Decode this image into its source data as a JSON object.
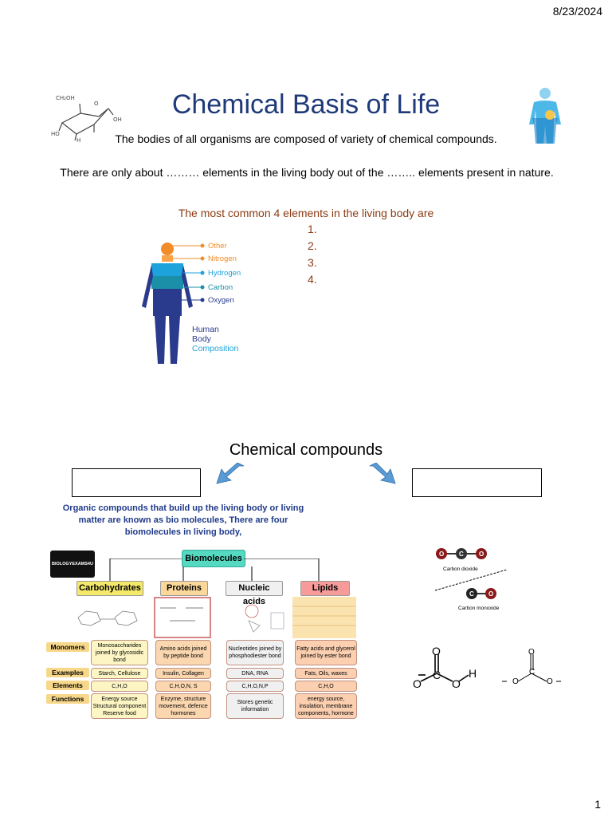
{
  "header": {
    "date": "8/23/2024"
  },
  "slide1": {
    "title": "Chemical Basis of Life",
    "line1": "The bodies of all organisms are composed of variety of chemical compounds.",
    "line2": "There are only about ……… elements in the living body out of the …….. elements present in nature.",
    "common_heading": "The most common 4 elements in the living body are",
    "list": [
      "1.",
      "2.",
      "3.",
      "4."
    ],
    "body_figure": {
      "legend": [
        "Other",
        "Nitrogen",
        "Hydrogen",
        "Carbon",
        "Oxygen"
      ],
      "caption": [
        "Human",
        "Body",
        "Composition"
      ],
      "colors": {
        "other": "#f28c28",
        "hydrogen": "#1ca3dc",
        "carbon": "#1c8fa8",
        "oxygen": "#2a3a8c"
      }
    }
  },
  "slide2": {
    "title": "Chemical compounds",
    "organic_text": "Organic compounds that build up the living body or living matter are known as bio molecules, There are four biomolecules in living body,",
    "biomolecules": {
      "root": "Biomolecules",
      "logo": "BIOLOGYEXAMS4U",
      "categories": [
        {
          "name": "Carbohydrates",
          "color": "#f5e96a"
        },
        {
          "name": "Proteins",
          "color": "#fbd79a"
        },
        {
          "name": "Nucleic acids",
          "color": "#f0f0f0"
        },
        {
          "name": "Lipids",
          "color": "#f79a9a"
        }
      ],
      "rows": [
        {
          "label": "Monomers",
          "cells": [
            "Monosaccharides joined by glycosidic bond",
            "Amino acids joined by peptide bond",
            "Nucleotides joined by phosphodiester bond",
            "Fatty acids and glycerol joined by ester bond"
          ]
        },
        {
          "label": "Examples",
          "cells": [
            "Starch, Cellulose",
            "Insulin, Collagen",
            "DNA, RNA",
            "Fats, Oils, waxes"
          ]
        },
        {
          "label": "Elements",
          "cells": [
            "C,H,O",
            "C,H,O,N, S",
            "C,H,O,N,P",
            "C,H,O"
          ]
        },
        {
          "label": "Functions",
          "cells": [
            "Energy source Structural component Reserve food",
            "Enzyme, structure movement, defence hormones",
            "Stores genetic information",
            "energy source, insulation, membrane components, hormone"
          ]
        }
      ]
    },
    "co2_label": "Carbon dioxide",
    "co_label": "Carbon monoxide",
    "atoms": {
      "o": "O",
      "c": "C",
      "h": "H"
    }
  },
  "footer": {
    "page": "1"
  }
}
